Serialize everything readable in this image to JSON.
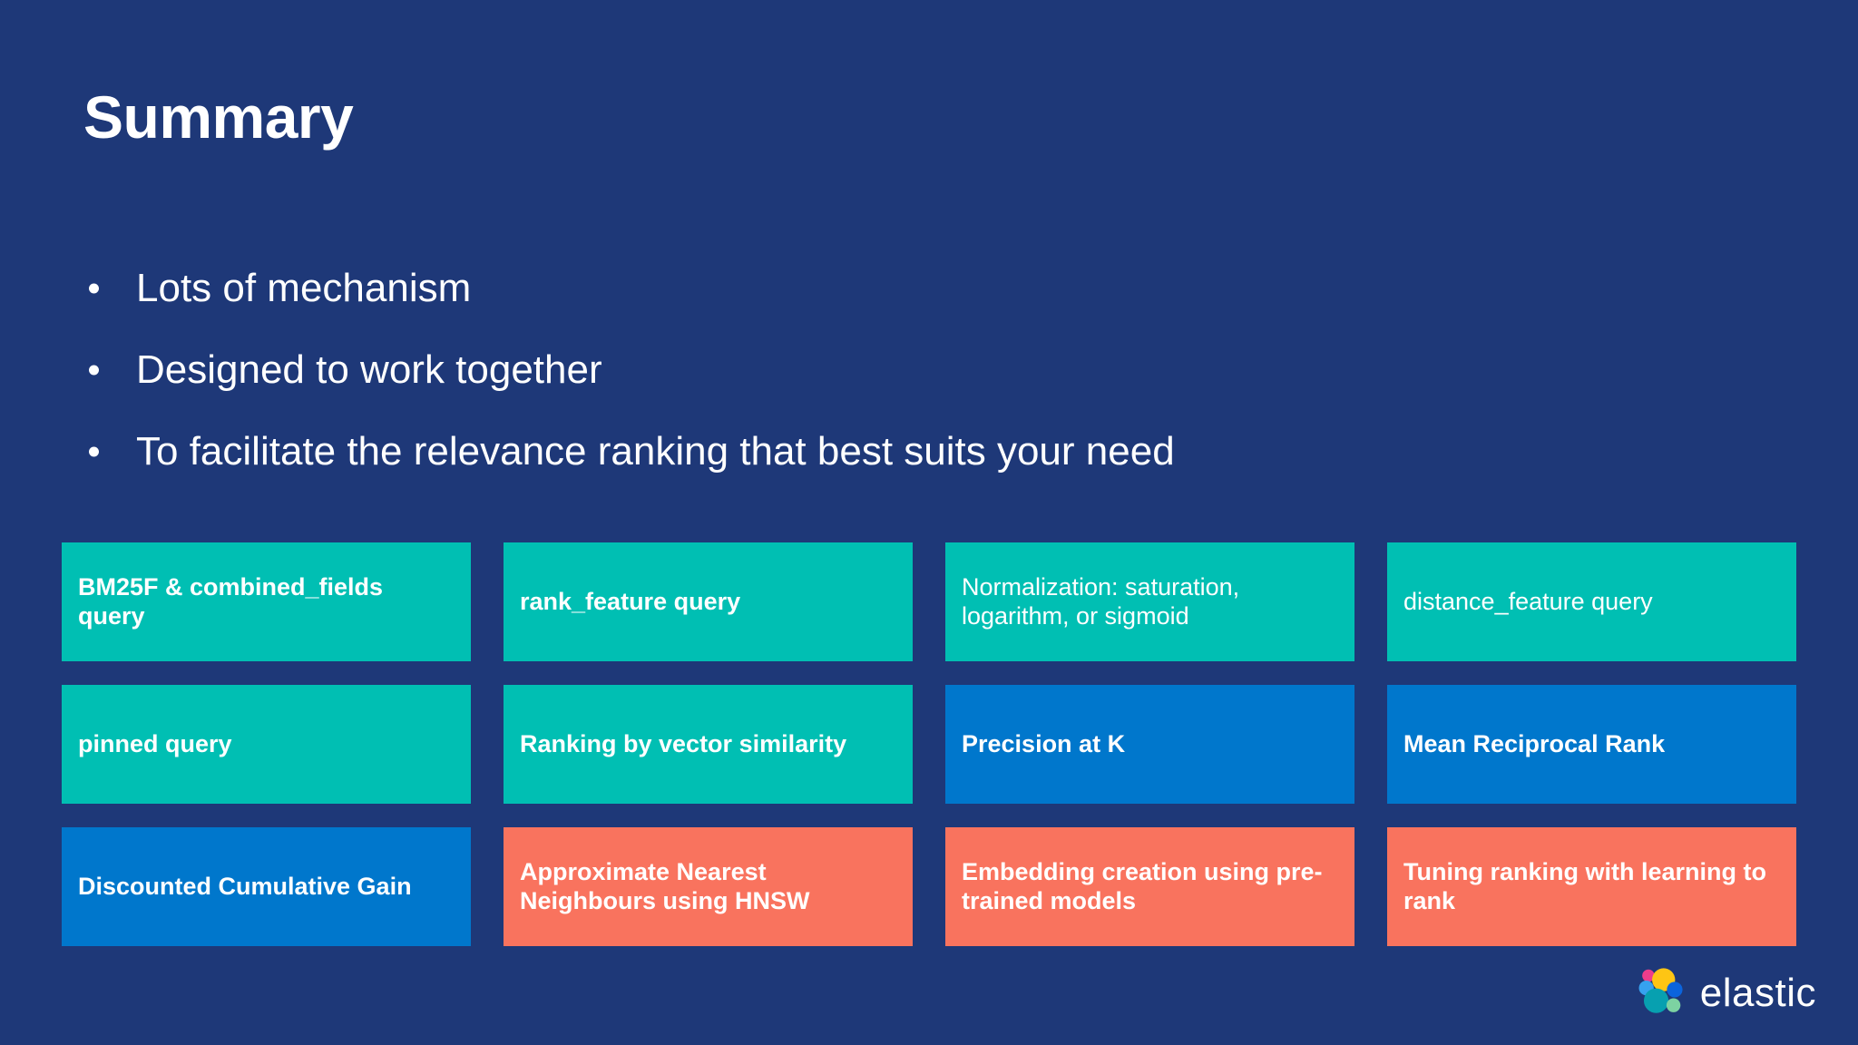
{
  "slide": {
    "title": "Summary",
    "background_color": "#1e3878"
  },
  "bullets": [
    {
      "text": "Lots of mechanism"
    },
    {
      "text": "Designed to work together"
    },
    {
      "text": "To facilitate the relevance ranking that best suits your need"
    }
  ],
  "tiles": [
    {
      "label": "BM25F & combined_fields query",
      "color": "#00bfb3",
      "color_name": "teal",
      "weight": "bold"
    },
    {
      "label": "rank_feature query",
      "color": "#00bfb3",
      "color_name": "teal",
      "weight": "bold"
    },
    {
      "label": "Normalization: saturation, logarithm, or sigmoid",
      "color": "#00bfb3",
      "color_name": "teal",
      "weight": "regular"
    },
    {
      "label": "distance_feature query",
      "color": "#00bfb3",
      "color_name": "teal",
      "weight": "regular"
    },
    {
      "label": "pinned query",
      "color": "#00bfb3",
      "color_name": "teal",
      "weight": "bold"
    },
    {
      "label": "Ranking by vector similarity",
      "color": "#00bfb3",
      "color_name": "teal",
      "weight": "bold"
    },
    {
      "label": "Precision at K",
      "color": "#0077cc",
      "color_name": "blue",
      "weight": "bold"
    },
    {
      "label": "Mean Reciprocal Rank",
      "color": "#0077cc",
      "color_name": "blue",
      "weight": "bold"
    },
    {
      "label": "Discounted Cumulative Gain",
      "color": "#0077cc",
      "color_name": "blue",
      "weight": "bold"
    },
    {
      "label": "Approximate Nearest Neighbours using HNSW",
      "color": "#f9735e",
      "color_name": "orange",
      "weight": "bold"
    },
    {
      "label": "Embedding creation using pre-trained models",
      "color": "#f9735e",
      "color_name": "orange",
      "weight": "bold"
    },
    {
      "label": "Tuning ranking with learning to rank",
      "color": "#f9735e",
      "color_name": "orange",
      "weight": "bold"
    }
  ],
  "logo": {
    "name": "elastic-logo",
    "text": "elastic",
    "colors": {
      "pink": "#ee3d8b",
      "yellow": "#fec514",
      "light_blue": "#36a2ef",
      "dark_blue": "#0b64dd",
      "teal": "#07a0b0",
      "green": "#7dd2a2"
    }
  }
}
